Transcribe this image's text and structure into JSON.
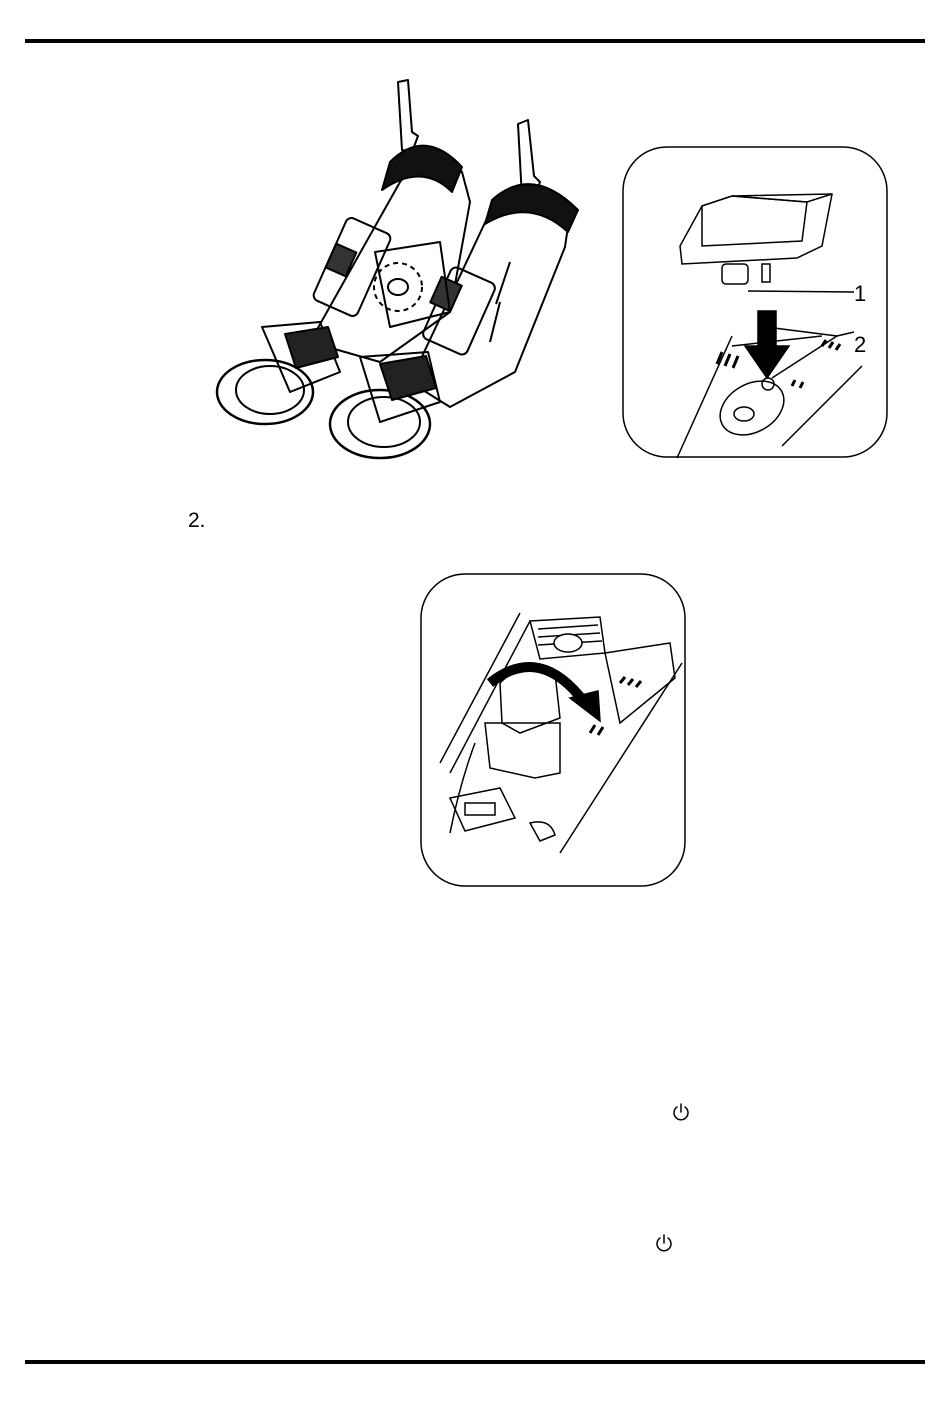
{
  "top_figure": {
    "callouts": {
      "mount_pin": "1",
      "mount_holes": "2"
    }
  },
  "steps": [
    {
      "number": "2."
    }
  ],
  "icons": [
    "power-icon",
    "power-icon"
  ],
  "colors": {
    "ink": "#000000",
    "paper": "#ffffff"
  }
}
